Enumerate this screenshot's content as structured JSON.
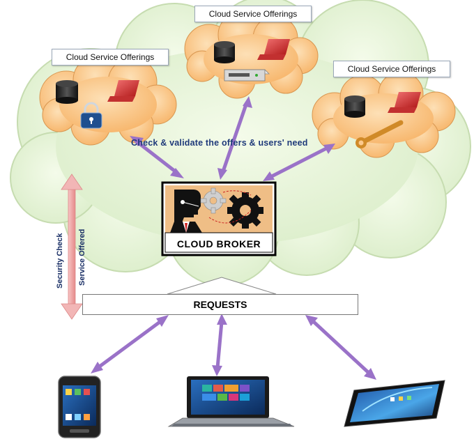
{
  "offerings": [
    {
      "label": "Cloud Service Offerings",
      "extra_icon": "lock-icon"
    },
    {
      "label": "Cloud Service Offerings",
      "extra_icon": "server-icon"
    },
    {
      "label": "Cloud Service Offerings",
      "extra_icon": "wrench-icon"
    }
  ],
  "check_text": "Check & validate the offers & users' need",
  "broker": {
    "label": "CLOUD BROKER"
  },
  "requests": {
    "label": "REQUESTS"
  },
  "side": {
    "security": "Security Check",
    "service": "Service Offered"
  },
  "devices": [
    "smartphone-icon",
    "laptop-icon",
    "tablet-icon"
  ],
  "colors": {
    "cloud": "#e7f5d6",
    "cloud_stroke": "#c6dcb0",
    "sub_cloud": "#fcc98d",
    "arrow": "#9a72c8",
    "security_arrow": "#f2a7a7",
    "broker_bg": "#efbe86"
  }
}
